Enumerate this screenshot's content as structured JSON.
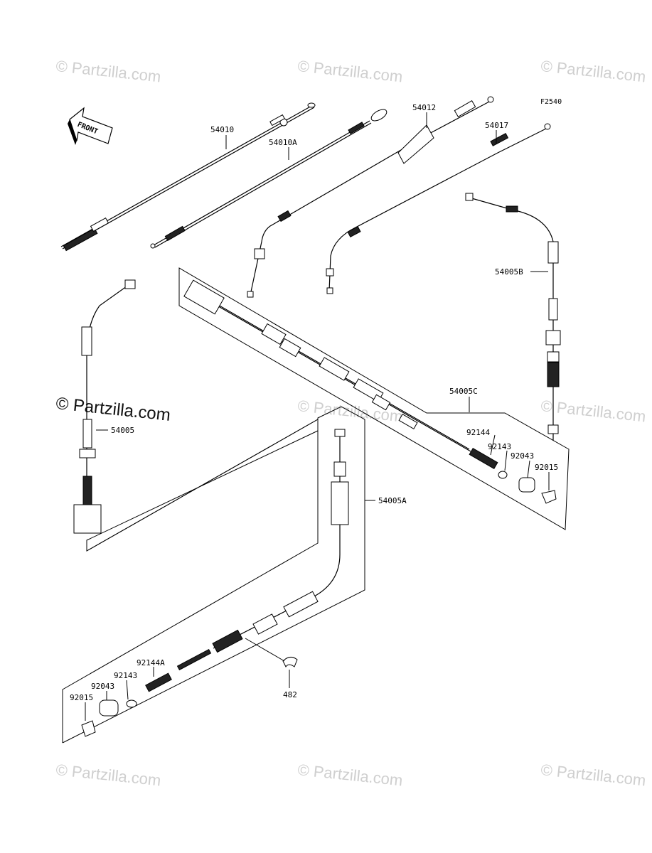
{
  "figure_code": "F2540",
  "front_label": "FRONT",
  "watermark": {
    "text": "© Partzilla.com",
    "prominent_text": "© Partzilla.com",
    "color": "#cfcfcf"
  },
  "parts": {
    "p54010": "54010",
    "p54010A": "54010A",
    "p54012": "54012",
    "p54017": "54017",
    "p54005B": "54005B",
    "p54005C": "54005C",
    "p54005": "54005",
    "p54005A": "54005A",
    "p92144": "92144",
    "p92143_right": "92143",
    "p92043_right": "92043",
    "p92015_right": "92015",
    "p92144A": "92144A",
    "p92143_left": "92143",
    "p92043_left": "92043",
    "p92015_left": "92015",
    "p482": "482"
  }
}
